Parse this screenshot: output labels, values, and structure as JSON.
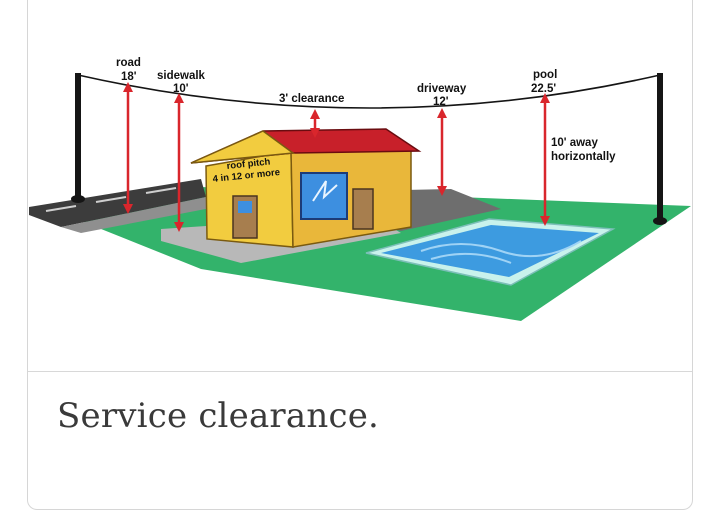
{
  "caption": "Service clearance.",
  "labels": {
    "road": "road",
    "road_value": "18'",
    "sidewalk": "sidewalk",
    "sidewalk_value": "10'",
    "roof_clearance": "3' clearance",
    "driveway": "driveway",
    "driveway_value": "12'",
    "pool": "pool",
    "pool_value": "22.5'",
    "pool_horizontal_1": "10' away",
    "pool_horizontal_2": "horizontally",
    "roof_pitch_1": "roof pitch",
    "roof_pitch_2": "4 in 12 or more"
  },
  "colors": {
    "grass": "#33b36b",
    "house_wall": "#f2cc3f",
    "roof": "#c8202a",
    "pool_water": "#3d9be0",
    "arrow": "#d9262c",
    "road": "#3c3c3c",
    "pole": "#151515"
  }
}
